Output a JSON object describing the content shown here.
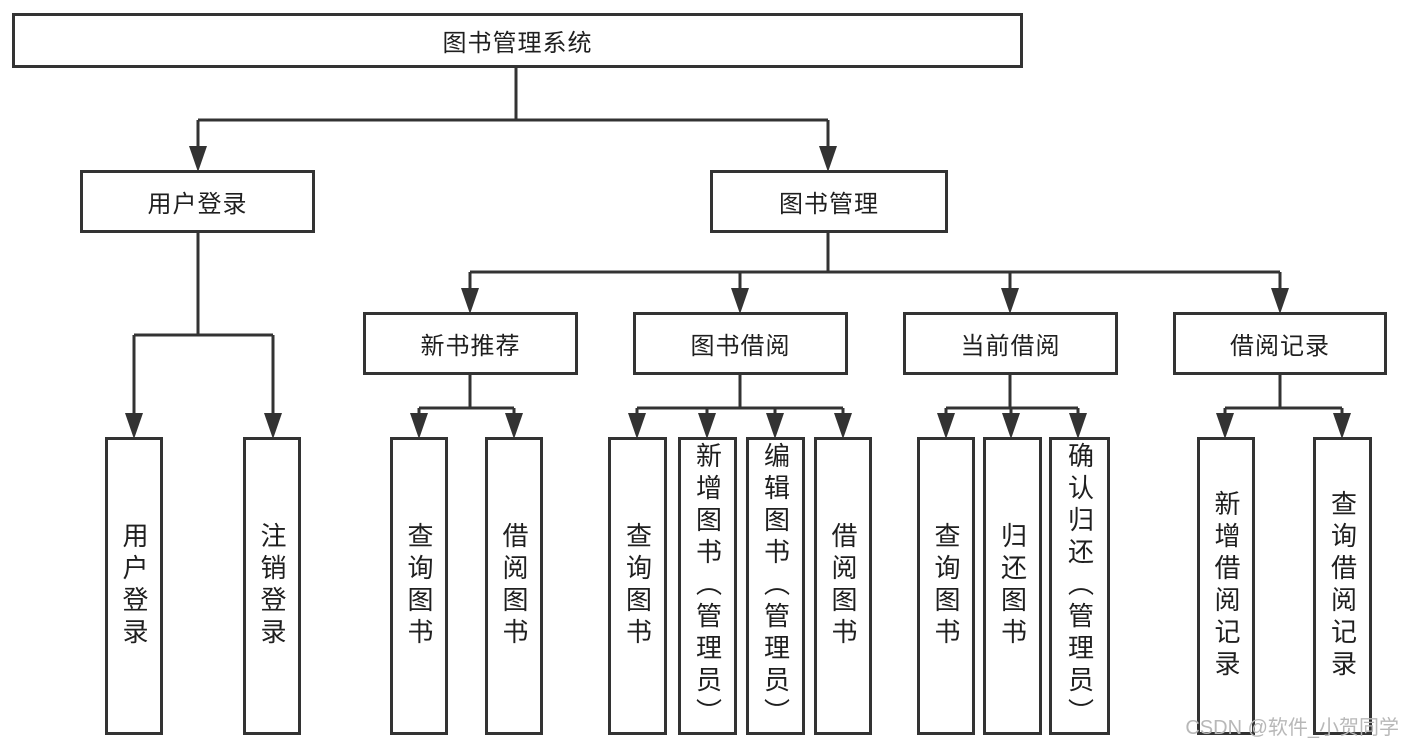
{
  "diagram": {
    "root": {
      "label": "图书管理系统"
    },
    "branches": {
      "userLogin": {
        "label": "用户登录",
        "leaves": {
          "login": {
            "label": "用户登录"
          },
          "logout": {
            "label": "注销登录"
          }
        }
      },
      "bookMgmt": {
        "label": "图书管理",
        "groups": {
          "newBookRec": {
            "label": "新书推荐",
            "leaves": {
              "query": {
                "label": "查询图书"
              },
              "borrow": {
                "label": "借阅图书"
              }
            }
          },
          "bookBorrow": {
            "label": "图书借阅",
            "leaves": {
              "query": {
                "label": "查询图书"
              },
              "add": {
                "label": "新增图书（管理员）"
              },
              "edit": {
                "label": "编辑图书（管理员）"
              },
              "borrow": {
                "label": "借阅图书"
              }
            }
          },
          "currentBorrow": {
            "label": "当前借阅",
            "leaves": {
              "query": {
                "label": "查询图书"
              },
              "return": {
                "label": "归还图书"
              },
              "confirm": {
                "label": "确认归还（管理员）"
              }
            }
          },
          "borrowRecord": {
            "label": "借阅记录",
            "leaves": {
              "add": {
                "label": "新增借阅记录"
              },
              "query": {
                "label": "查询借阅记录"
              }
            }
          }
        }
      }
    }
  },
  "watermark": {
    "text": "CSDN @软件_小贺同学"
  },
  "colors": {
    "line": "#333333",
    "text": "#1f1f1f",
    "background": "#ffffff",
    "watermark": "#b8b8b8"
  }
}
